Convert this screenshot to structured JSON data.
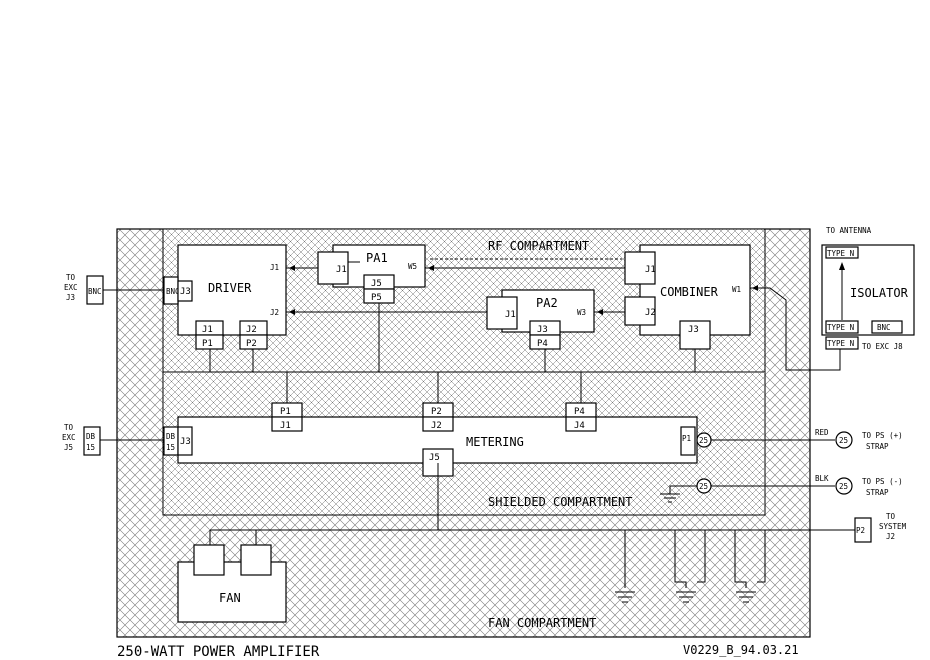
{
  "labels": {
    "rf_compartment": "RF COMPARTMENT",
    "shielded_compartment": "SHIELDED COMPARTMENT",
    "fan_compartment": "FAN COMPARTMENT",
    "title": "250-WATT POWER AMPLIFIER",
    "drawing_id": "V0229_B_94.03.21"
  },
  "modules": {
    "driver": "DRIVER",
    "pa1": "PA1",
    "pa2": "PA2",
    "combiner": "COMBINER",
    "metering": "METERING",
    "fan": "FAN",
    "isolator": "ISOLATOR"
  },
  "connectors": {
    "driver_j1": "J1",
    "driver_j2": "J2",
    "driver_j3": "J3",
    "driver_p1": "P1",
    "driver_p2": "P2",
    "driver_out1": "J1",
    "driver_out2": "J2",
    "driver_bnc": "BNC",
    "pa1_j1": "J1",
    "pa1_j5": "J5",
    "pa1_p5": "P5",
    "pa1_w": "W5",
    "pa2_j1": "J1",
    "pa2_j3": "J3",
    "pa2_p4": "P4",
    "pa2_w": "W3",
    "comb_j1": "J1",
    "comb_j2": "J2",
    "comb_j3": "J3",
    "comb_w1": "W1",
    "met_p1": "P1",
    "met_j1": "J1",
    "met_p2": "P2",
    "met_j2": "J2",
    "met_p4": "P4",
    "met_j4": "J4",
    "met_db": "DB",
    "met_15": "15",
    "met_j3": "J3",
    "met_j5": "J5",
    "met_p1r": "P1",
    "ext_db": "DB",
    "ext_15": "15",
    "iso_type_n_top": "TYPE N",
    "iso_type_n_mid": "TYPE N",
    "iso_type_n_bot": "TYPE N",
    "iso_bnc": "BNC",
    "sys_p2": "P2",
    "circle_25a": "25",
    "circle_25b": "25",
    "circle_25c": "25",
    "circle_25d": "25"
  },
  "external": {
    "to_exc_j3": [
      "TO",
      "EXC",
      "J3"
    ],
    "to_exc_j5": [
      "TO",
      "EXC",
      "J5"
    ],
    "to_antenna": "TO ANTENNA",
    "to_exc_j8": "TO EXC J8",
    "red": "RED",
    "blk": "BLK",
    "to_ps_plus": "TO PS (+)",
    "to_ps_minus": "TO PS (-)",
    "strap1": "STRAP",
    "strap2": "STRAP",
    "to_system": [
      "TO",
      "SYSTEM",
      "J2"
    ]
  }
}
